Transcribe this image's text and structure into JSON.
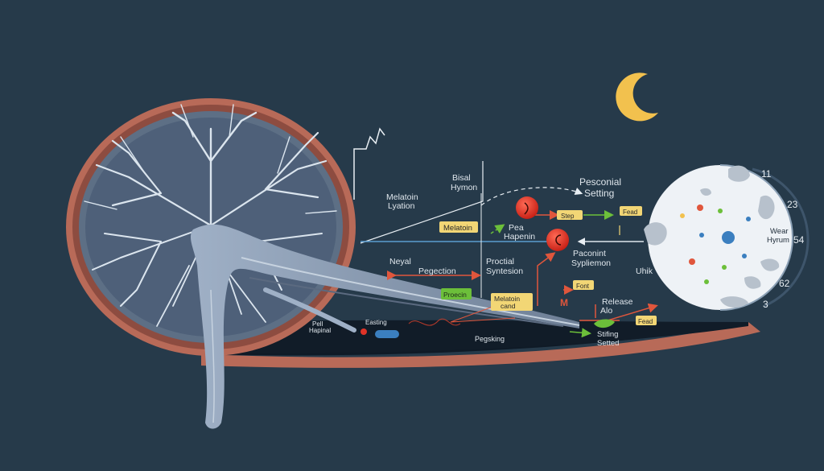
{
  "colors": {
    "background": "#263a4a",
    "moon": "#f2c14e",
    "tissue": "#b86a58",
    "nerve": "#8c9db3",
    "node_red": "#e03327",
    "label_yellow": "#f2d675",
    "label_green": "#6cbf3a",
    "arrow_red": "#e0563c",
    "arrow_green": "#6cbf3a",
    "line_blue": "#5a9ccf"
  },
  "labels": {
    "melatoin_lyation": [
      "Melatoin",
      "Lyation"
    ],
    "bisal_hymon": [
      "Bisal",
      "Hymon"
    ],
    "pesconial_setting": [
      "Pesconial",
      "Setting"
    ],
    "melatoin_tag": "Melatoin",
    "step_tag": "Step",
    "fead_tag": "Fead",
    "pea_hapenin": [
      "Pea",
      "Hapenin"
    ],
    "paconint_sypliemon": [
      "Paconint",
      "Sypliemon"
    ],
    "neyal": "Neyal",
    "pegection": "Pegection",
    "proctial_syntesion": [
      "Proctial",
      "Syntesion"
    ],
    "proecin_tag": "Proecin",
    "melatoin_cand": [
      "Melatoin",
      "cand"
    ],
    "font_tag": "Font",
    "m_tag": "M",
    "release_alo": [
      "Release",
      "Alo"
    ],
    "fead_tag2": "Fead",
    "uhik": "Uhik",
    "pell_hapinal": [
      "Pell",
      "Hapinal"
    ],
    "easting": "Easting",
    "pegsking": "Pegsking",
    "stifing_setted": [
      "Stifing",
      "Setted"
    ],
    "wear_hyrum": [
      "Wear",
      "Hyrum"
    ],
    "clock_numbers": [
      "11",
      "23",
      "54",
      "62",
      "3"
    ]
  }
}
